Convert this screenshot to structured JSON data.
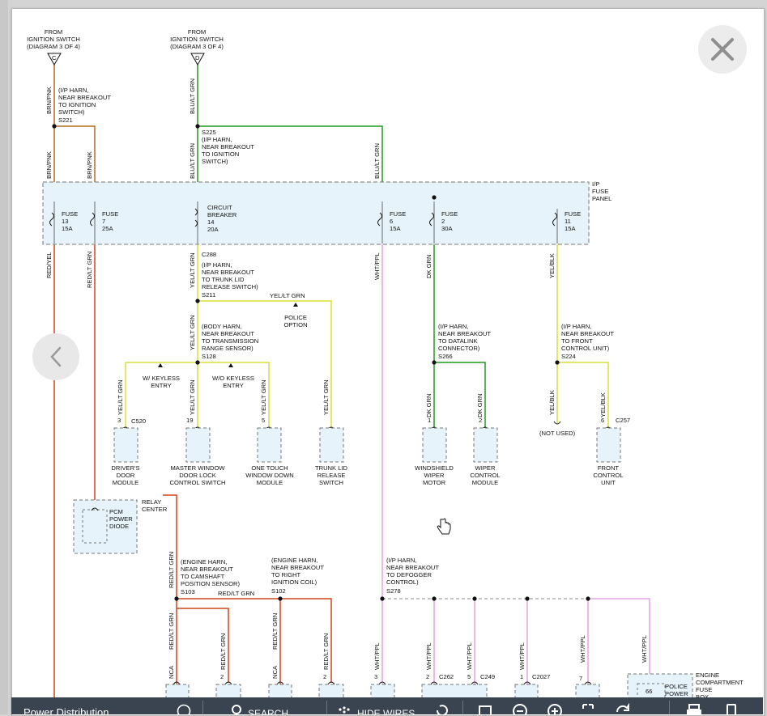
{
  "sources": {
    "c": {
      "text": [
        "FROM",
        "IGNITION SWITCH",
        "(DIAGRAM 3 OF 4)"
      ],
      "letter": "C"
    },
    "d": {
      "text": [
        "FROM",
        "IGNITION SWITCH",
        "(DIAGRAM 3 OF 4)"
      ],
      "letter": "D"
    }
  },
  "wires": {
    "brn_pnk": "BRN/PNK",
    "blu_lt_grn": "BLU/LT GRN",
    "red_yel": "RED/YEL",
    "red_lt_grn": "RED/LT GRN",
    "yel_lt_grn": "YEL/LT GRN",
    "wht_ppl": "WHT/PPL",
    "dk_grn": "DK GRN",
    "yel_blk": "YEL/BLK"
  },
  "splices": {
    "s221": {
      "text": [
        "(I/P HARN,",
        "NEAR BREAKOUT",
        "TO IGNITION",
        "SWITCH)"
      ],
      "id": "S221"
    },
    "s225": {
      "id": "S225",
      "text": [
        "(I/P HARN,",
        "NEAR BREAKOUT",
        "TO IGNITION",
        "SWITCH)"
      ]
    },
    "s211": {
      "text": [
        "(I/P HARN,",
        "NEAR BREAKOUT",
        "TO TRUNK LID",
        "RELEASE SWITCH)"
      ],
      "id": "S211"
    },
    "s128": {
      "text": [
        "(BODY HARN,",
        "NEAR BREAKOUT",
        "TO TRANSMISSION",
        "RANGE SENSOR)"
      ],
      "id": "S128"
    },
    "s266": {
      "text": [
        "(I/P HARN,",
        "NEAR BREAKOUT",
        "TO DATALINK",
        "CONNECTOR)"
      ],
      "id": "S266"
    },
    "s224": {
      "text": [
        "(I/P HARN,",
        "NEAR BREAKOUT",
        "TO FRONT",
        "CONTROL UNIT)"
      ],
      "id": "S224"
    },
    "s103": {
      "text": [
        "(ENGINE HARN,",
        "NEAR BREAKOUT",
        "TO CAMSHAFT",
        "POSITION SENSOR)"
      ],
      "id": "S103"
    },
    "s102": {
      "text": [
        "(ENGINE HARN,",
        "NEAR BREAKOUT",
        "TO RIGHT",
        "IGNITION COIL)"
      ],
      "id": "S102"
    },
    "s278": {
      "text": [
        "(I/P HARN,",
        "NEAR BREAKOUT",
        "TO DEFOGGER",
        "CONTROL)"
      ],
      "id": "S278"
    }
  },
  "fuse_panel": {
    "title": [
      "I/P",
      "FUSE",
      "PANEL"
    ]
  },
  "fuses": {
    "f13": [
      "FUSE",
      "13",
      "15A"
    ],
    "f7": [
      "FUSE",
      "7",
      "25A"
    ],
    "cb14": [
      "CIRCUIT",
      "BREAKER",
      "14",
      "20A"
    ],
    "f6": [
      "FUSE",
      "6",
      "15A"
    ],
    "f2": [
      "FUSE",
      "2",
      "30A"
    ],
    "f11": [
      "FUSE",
      "11",
      "15A"
    ]
  },
  "connectors": {
    "c288": "C288",
    "c520": "C520",
    "c257": "C257",
    "c262": "C262",
    "c249": "C249",
    "c2027": "C2027"
  },
  "options": {
    "police": [
      "POLICE",
      "OPTION"
    ],
    "w_keyless": [
      "W/ KEYLESS",
      "ENTRY"
    ],
    "wo_keyless": [
      "W/O KEYLESS",
      "ENTRY"
    ]
  },
  "pins": {
    "p3": "3",
    "p19": "19",
    "p5": "5",
    "p1": "1",
    "p2": "2",
    "p6": "6",
    "p7": "7",
    "p66": "66",
    "nca": "NCA"
  },
  "not_used": "(NOT USED)",
  "components": {
    "drivers_door": [
      "DRIVER'S",
      "DOOR",
      "MODULE"
    ],
    "master_window": [
      "MASTER WINDOW",
      "DOOR LOCK",
      "CONTROL SWITCH"
    ],
    "one_touch": [
      "ONE TOUCH",
      "WINDOW DOWN",
      "MODULE"
    ],
    "trunk_lid": [
      "TRUNK LID",
      "RELEASE",
      "SWITCH"
    ],
    "windshield": [
      "WINDSHIELD",
      "WIPER",
      "MOTOR"
    ],
    "wiper_control": [
      "WIPER",
      "CONTROL",
      "MODULE"
    ],
    "front_control": [
      "FRONT",
      "CONTROL",
      "UNIT"
    ],
    "pcm_diode": [
      "PCM",
      "POWER",
      "DIODE"
    ],
    "relay_center": [
      "RELAY",
      "CENTER"
    ],
    "police_power": [
      "POLICE",
      "POWER"
    ],
    "engine_fuse_box": [
      "ENGINE",
      "COMPARTMENT",
      "FUSE",
      "BOX"
    ]
  },
  "colors": {
    "brown": "#b56a1f",
    "green": "#1e9a1e",
    "red": "#d5441c",
    "yellow": "#d8e030",
    "pink": "#e6a2e6",
    "gray": "#8a8a8a",
    "panel_fill": "#e6f3fb",
    "toolbar": "#3a4450"
  },
  "toolbar": {
    "title": "Power Distribution",
    "search": "SEARCH",
    "hide_wires": "HIDE WIRES",
    "icons": [
      "info-icon",
      "search-icon",
      "hide-wires-icon",
      "reset-icon",
      "fit-icon",
      "zoom-out-icon",
      "zoom-in-icon",
      "expand-icon",
      "rotate-icon",
      "print-icon",
      "device-icon"
    ]
  }
}
